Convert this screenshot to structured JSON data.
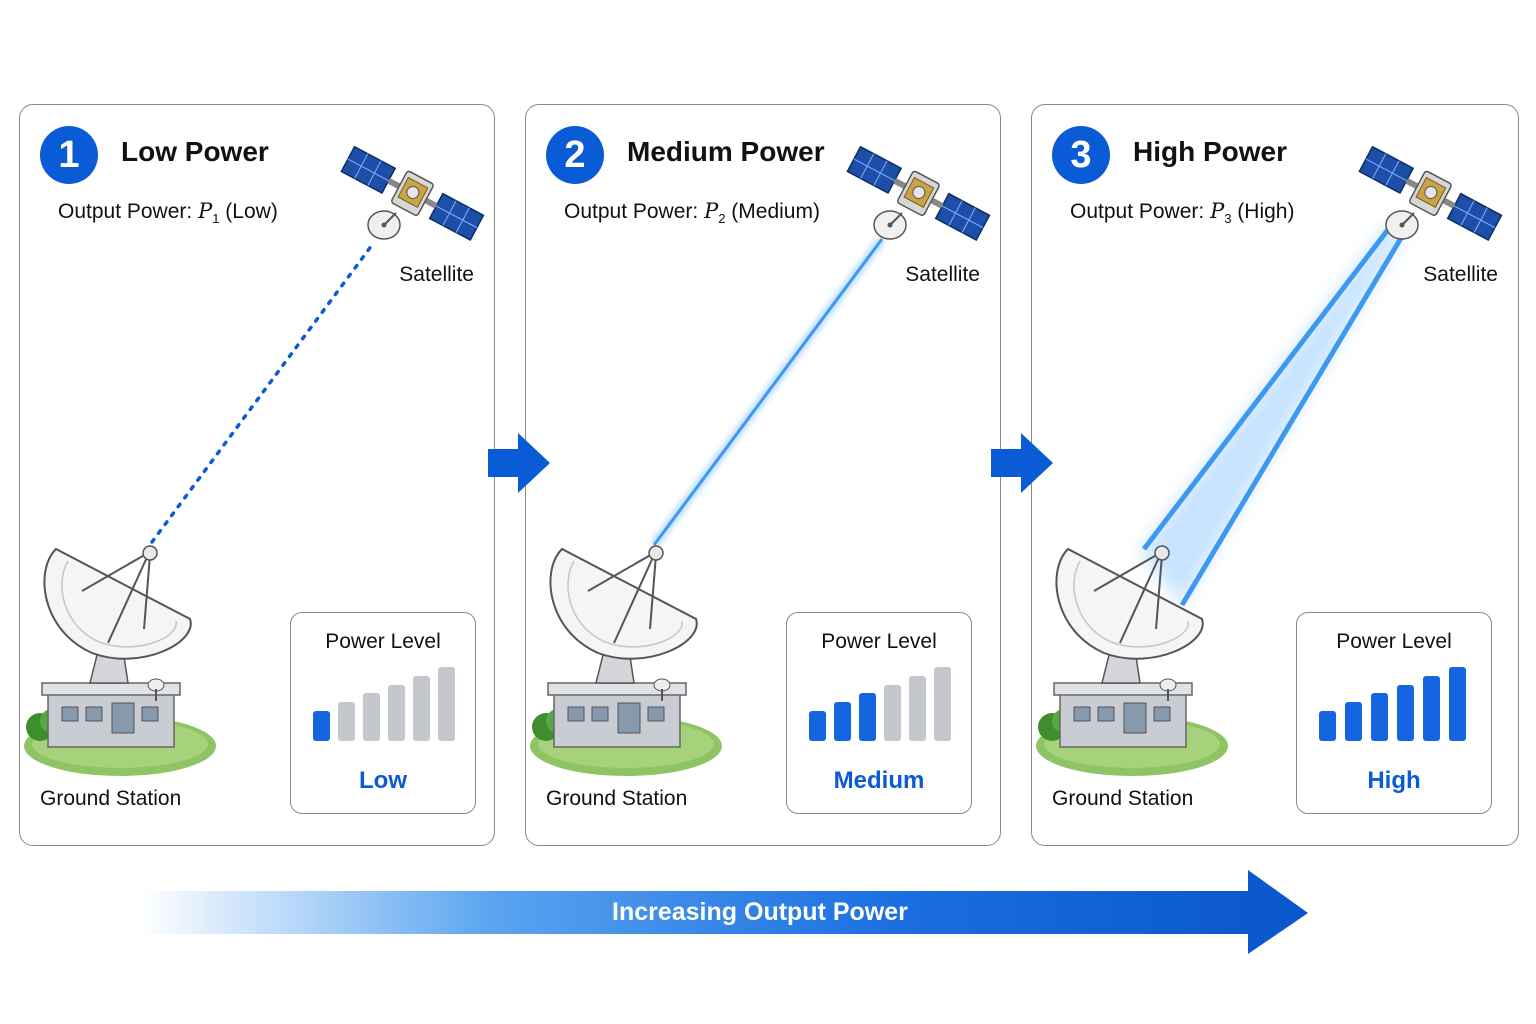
{
  "colors": {
    "accent": "#0a5bd6",
    "beam": "#4aa3f5",
    "bar_inactive": "#c4c7cc",
    "bar_active": "#1565e0"
  },
  "icons": {
    "satellite": "satellite-icon",
    "dish": "satellite-dish-icon",
    "flow": "right-arrow-icon"
  },
  "panels": [
    {
      "number": "1",
      "title": "Low Power",
      "output_prefix": "Output Power:",
      "symbol": "P",
      "subscript": "1",
      "output_level": "(Low)",
      "satellite_label": "Satellite",
      "ground_label": "Ground Station",
      "gauge_title": "Power Level",
      "gauge_level": "Low",
      "bars_active": 1,
      "bars_total": 6,
      "beam": "dotted"
    },
    {
      "number": "2",
      "title": "Medium Power",
      "output_prefix": "Output Power:",
      "symbol": "P",
      "subscript": "2",
      "output_level": "(Medium)",
      "satellite_label": "Satellite",
      "ground_label": "Ground Station",
      "gauge_title": "Power Level",
      "gauge_level": "Medium",
      "bars_active": 3,
      "bars_total": 6,
      "beam": "single"
    },
    {
      "number": "3",
      "title": "High Power",
      "output_prefix": "Output Power:",
      "symbol": "P",
      "subscript": "3",
      "output_level": "(High)",
      "satellite_label": "Satellite",
      "ground_label": "Ground Station",
      "gauge_title": "Power Level",
      "gauge_level": "High",
      "bars_active": 6,
      "bars_total": 6,
      "beam": "wide"
    }
  ],
  "bottom_arrow_label": "Increasing Output Power"
}
